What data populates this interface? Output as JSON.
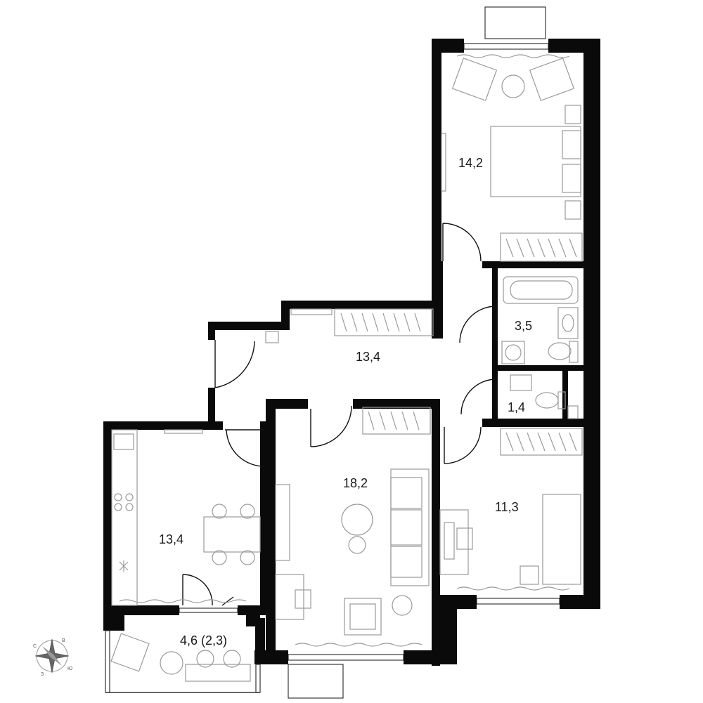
{
  "rooms": {
    "bedroom_top": {
      "area": "14,2"
    },
    "bathroom": {
      "area": "3,5"
    },
    "wc": {
      "area": "1,4"
    },
    "hallway": {
      "area": "13,4"
    },
    "living_room": {
      "area": "18,2"
    },
    "bedroom_right": {
      "area": "11,3"
    },
    "kitchen": {
      "area": "13,4"
    },
    "balcony": {
      "area": "4,6 (2,3)"
    }
  },
  "compass": {
    "north": "С",
    "east": "В",
    "south": "Ю",
    "west": "З"
  }
}
